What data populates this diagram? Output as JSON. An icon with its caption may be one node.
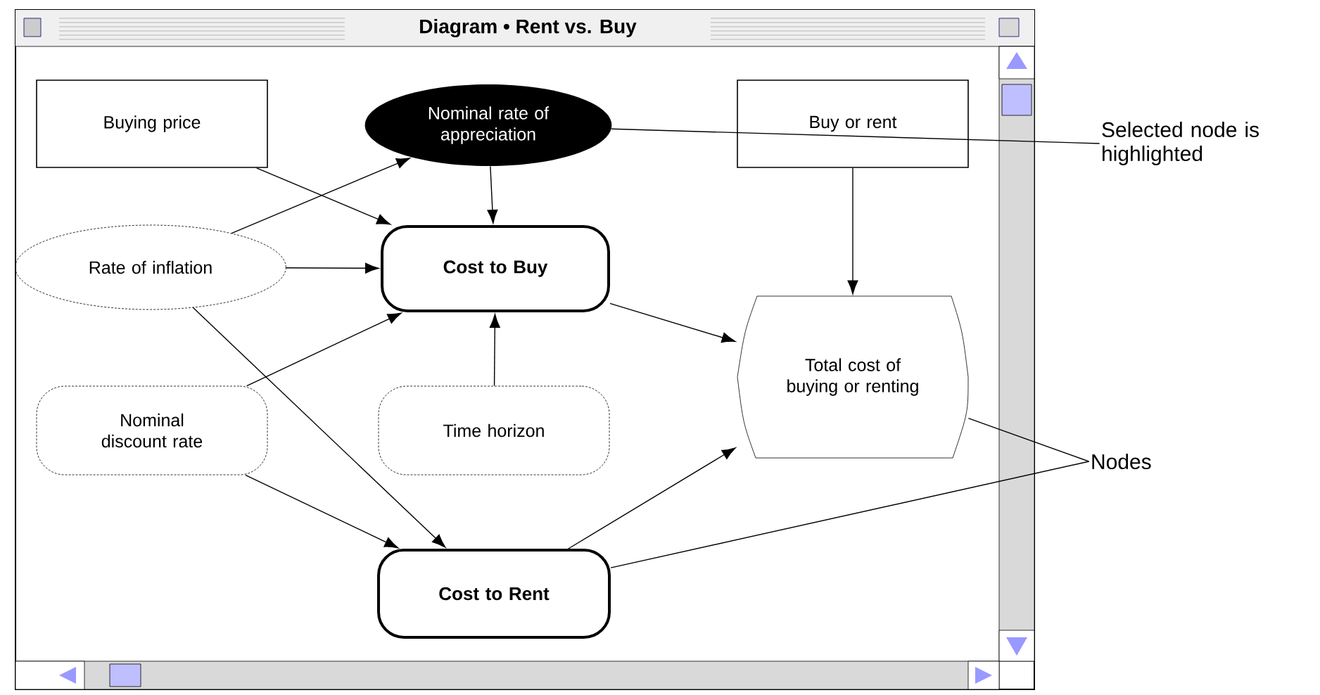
{
  "diagram": {
    "nodes": [
      {
        "text": [
          "Diagram • Rent vs. Buy"
        ]
      },
      {
        "text": [
          "Buying price"
        ],
        "in": 0
      },
      {
        "text": [
          "Nominal rate of appreciation"
        ],
        "in": 0
      },
      {
        "text": [
          "Buy or rent"
        ],
        "in": 0
      },
      {
        "text": [
          "Rate of inflation"
        ],
        "in": 0
      },
      {
        "text": [
          "Cost to Buy"
        ],
        "in": 0
      },
      {
        "text": [
          "Total cost of buying or renting"
        ],
        "in": 0
      },
      {
        "text": [
          "Nominal discount rate"
        ],
        "in": 0
      },
      {
        "text": [
          "Time horizon"
        ],
        "in": 0
      },
      {
        "text": [
          "Cost to Rent"
        ],
        "in": 0
      },
      {
        "text": [
          "Selected node is highlighted"
        ]
      },
      {
        "text": [
          "Nodes"
        ]
      }
    ],
    "edges": [
      {
        "from": 1,
        "to": 5,
        "arrow": "to"
      },
      {
        "from": 4,
        "to": 2,
        "arrow": "to"
      },
      {
        "from": 2,
        "to": 5,
        "arrow": "to"
      },
      {
        "from": 4,
        "to": 5,
        "arrow": "to"
      },
      {
        "from": 4,
        "to": 9,
        "arrow": "to"
      },
      {
        "from": 7,
        "to": 5,
        "arrow": "to"
      },
      {
        "from": 7,
        "to": 9,
        "arrow": "to"
      },
      {
        "from": 8,
        "to": 5,
        "arrow": "to"
      },
      {
        "from": 5,
        "to": 6,
        "arrow": "to"
      },
      {
        "from": 3,
        "to": 6,
        "arrow": "to"
      },
      {
        "from": 9,
        "to": 6,
        "arrow": "to"
      },
      {
        "from": 10,
        "to": 2,
        "arrow": "none"
      },
      {
        "from": 11,
        "to": 6,
        "arrow": "none"
      },
      {
        "from": 11,
        "to": 9,
        "arrow": "none"
      }
    ]
  }
}
